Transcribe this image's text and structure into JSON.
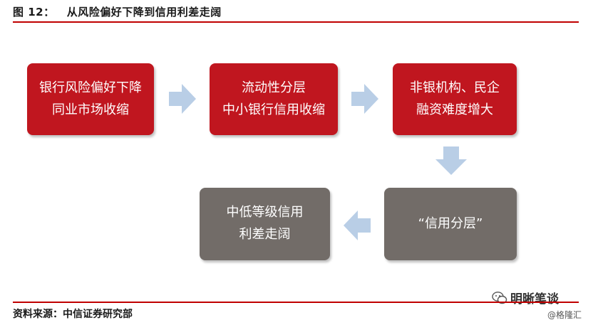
{
  "figure": {
    "title": "图 12：   从风险偏好下降到信用利差走阔"
  },
  "flow": {
    "box1": {
      "lines": [
        "银行风险偏好下降",
        "同业市场收缩"
      ]
    },
    "box2": {
      "lines": [
        "流动性分层",
        "中小银行信用收缩"
      ]
    },
    "box3": {
      "lines": [
        "非银机构、民企",
        "融资难度增大"
      ]
    },
    "box4": {
      "lines": [
        "“信用分层”"
      ]
    },
    "box5": {
      "lines": [
        "中低等级信用",
        "利差走阔"
      ]
    }
  },
  "footer": {
    "source": "资料来源：中信证券研究部",
    "watermark": "明晰笔谈",
    "watermark_sub": "@格隆汇"
  },
  "colors": {
    "rule": "#c00000",
    "red_box": "#c0161f",
    "gray_box": "#726c68",
    "arrow": "#b9cee6"
  }
}
